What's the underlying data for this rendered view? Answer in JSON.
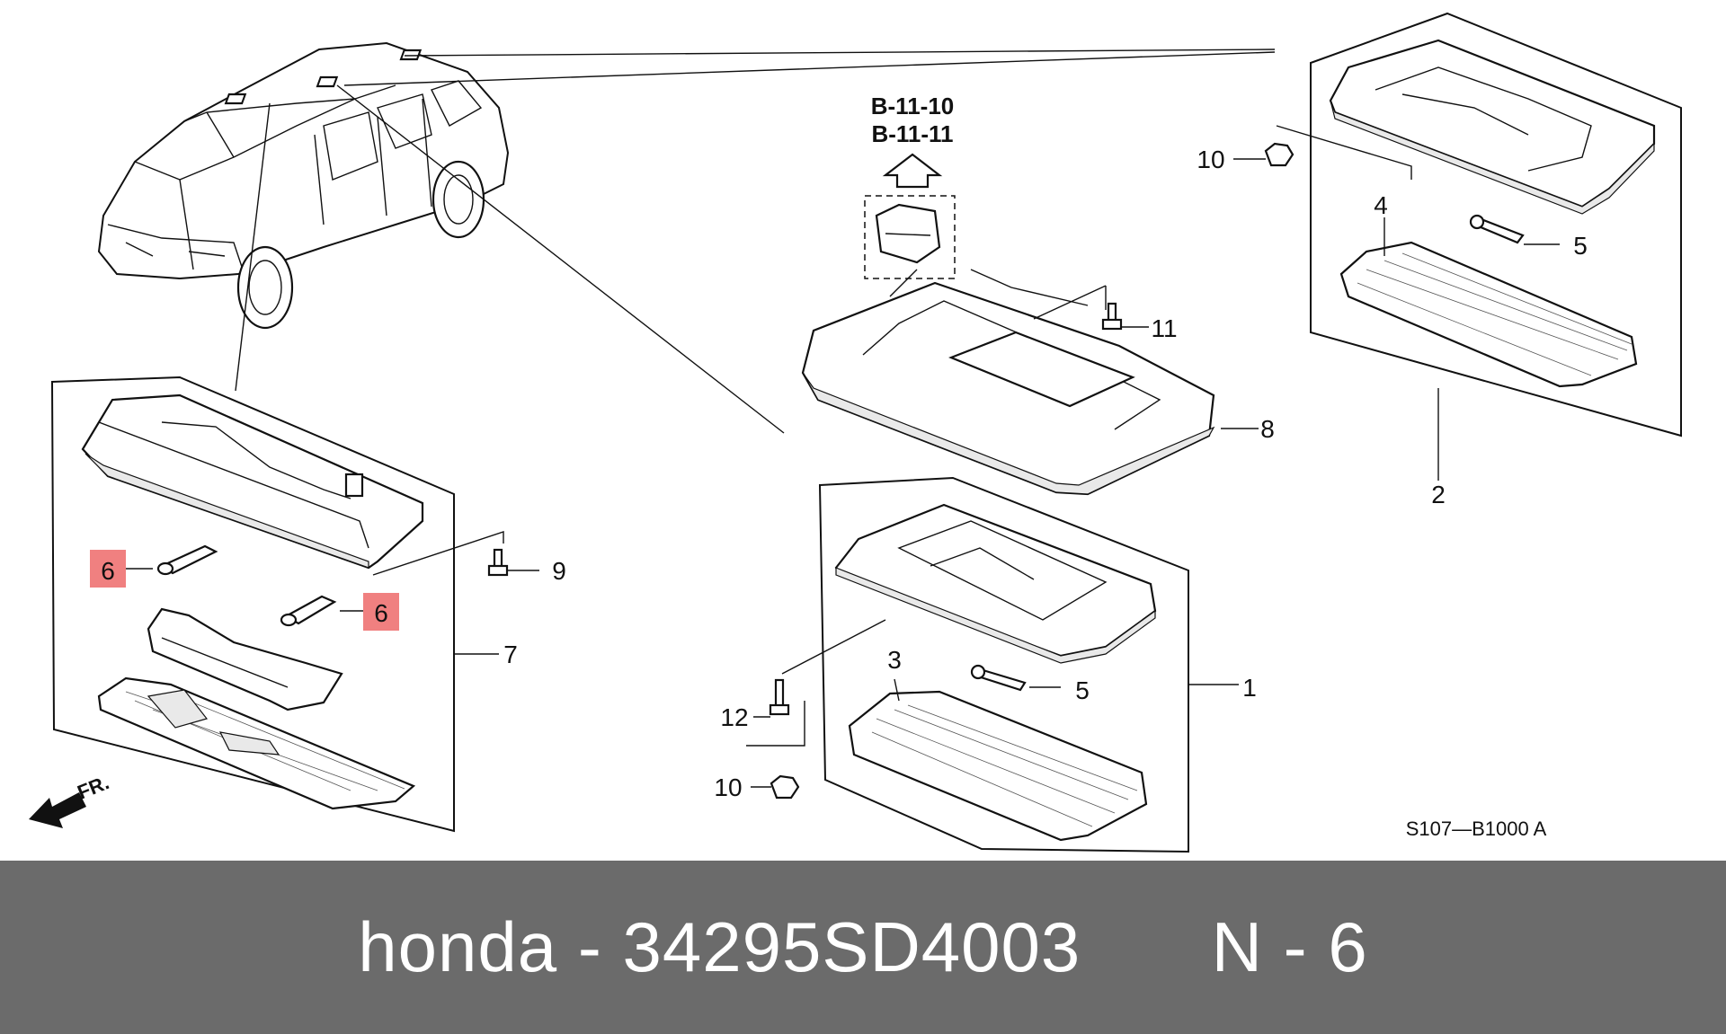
{
  "diagram": {
    "refs": [
      "B-11-10",
      "B-11-11"
    ],
    "drawing_code": "S107—B1000 A",
    "front_label": "FR.",
    "highlight_color": "#f08080",
    "callouts": {
      "c1": "1",
      "c2": "2",
      "c3": "3",
      "c4": "4",
      "c5a": "5",
      "c5b": "5",
      "c6a": "6",
      "c6b": "6",
      "c7": "7",
      "c8": "8",
      "c9": "9",
      "c10a": "10",
      "c10b": "10",
      "c11": "11",
      "c12": "12"
    }
  },
  "footer": {
    "brand": "honda",
    "separator": "-",
    "part_number": "34295SD4003",
    "ref_prefix": "N",
    "ref_separator": "-",
    "ref_number": "6"
  }
}
